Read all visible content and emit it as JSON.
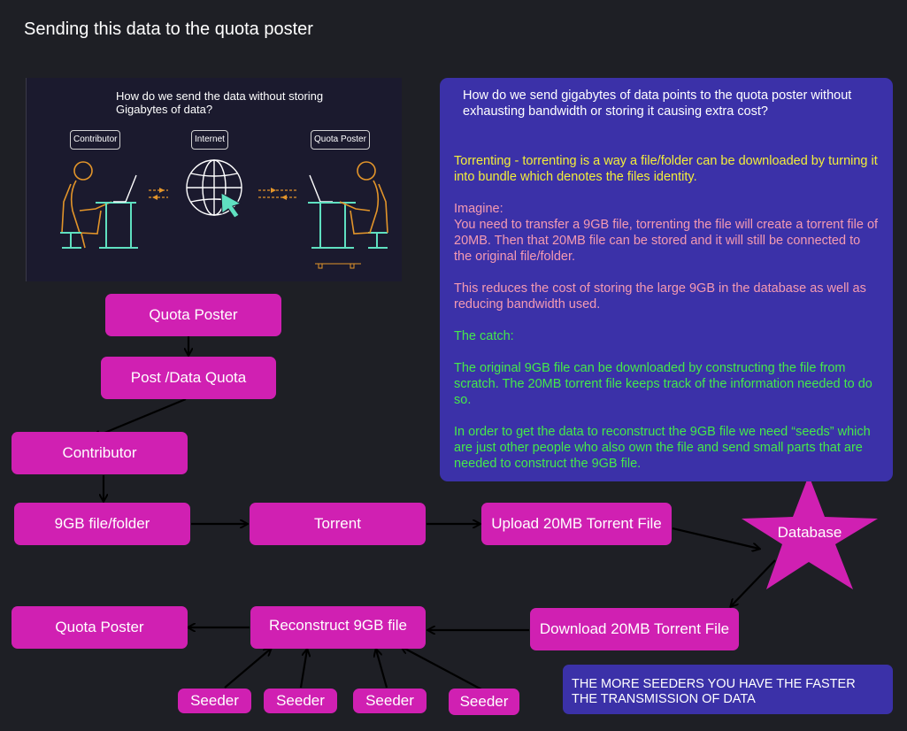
{
  "title": "Sending this data to the quota poster",
  "illustration": {
    "question": "How do we send the data without storing Gigabytes of data?",
    "labels": {
      "contributor": "Contributor",
      "internet": "Internet",
      "quota_poster": "Quota Poster"
    }
  },
  "flow": {
    "quota_poster_top": "Quota Poster",
    "post_data_quota": "Post /Data Quota",
    "contributor": "Contributor",
    "file_folder": "9GB file/folder",
    "torrent": "Torrent",
    "upload_torrent": "Upload 20MB Torrent File",
    "database": "Database",
    "download_torrent": "Download 20MB Torrent File",
    "reconstruct": "Reconstruct 9GB file",
    "quota_poster_bottom": "Quota Poster",
    "seeders": [
      "Seeder",
      "Seeder",
      "Seeder",
      "Seeder"
    ]
  },
  "panel": {
    "question": "How do we send gigabytes of data points to the quota poster without exhausting bandwidth or storing it causing extra cost?",
    "torrenting": "Torrenting - torrenting is a way a file/folder can be downloaded by turning it into bundle which denotes the files identity.",
    "imagine_heading": "Imagine:",
    "imagine_body": "You need to transfer a 9GB file, torrenting the file will create a torrent file of 20MB. Then that 20MB file can be stored and it will still be connected to the original file/folder.",
    "reduces": "This reduces the cost of storing the large 9GB in the database as well as reducing bandwidth used.",
    "catch_heading": "The catch:",
    "catch_body": "The original 9GB file can be downloaded by constructing the file from scratch. The 20MB torrent file keeps track of the information needed to do so.",
    "seeds": "In order to get the data to reconstruct the 9GB file we need “seeds” which are just other people who also own the file and send small parts that are needed to construct the 9GB file."
  },
  "note": "THE MORE SEEDERS YOU HAVE THE FASTER THE TRANSMISSION OF DATA",
  "colors": {
    "background": "#1e1f25",
    "node": "#d020b2",
    "panel": "#3b31a8",
    "yellow_text": "#f3ee3a",
    "pink_text": "#f49ab2",
    "green_text": "#45e94a"
  }
}
